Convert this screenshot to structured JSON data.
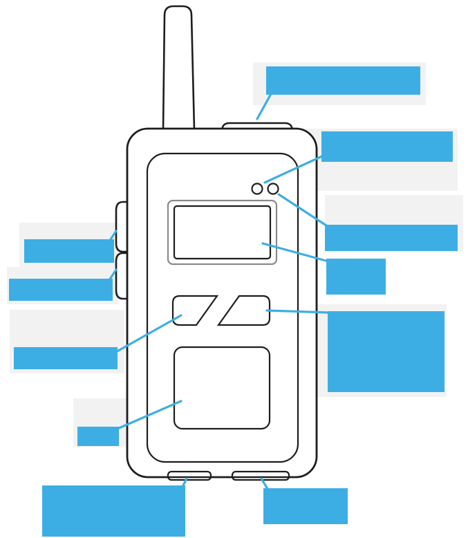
{
  "figure": {
    "subject": "walkie-talkie-radio",
    "colors": {
      "callout": "#3daee3",
      "outline": "#1d1d1d",
      "screen_ring": "#8a8a8a",
      "background": "#ffffff"
    },
    "callouts": [
      {
        "id": "top-button",
        "text": ""
      },
      {
        "id": "indicator-light-1",
        "text": ""
      },
      {
        "id": "indicator-light-2",
        "text": ""
      },
      {
        "id": "display-screen",
        "text": ""
      },
      {
        "id": "channel-buttons",
        "text": ""
      },
      {
        "id": "side-button-upper",
        "text": ""
      },
      {
        "id": "side-button-lower",
        "text": ""
      },
      {
        "id": "left-channel-button",
        "text": ""
      },
      {
        "id": "speaker-grille",
        "text": ""
      },
      {
        "id": "bottom-port-left",
        "text": ""
      },
      {
        "id": "bottom-port-right",
        "text": ""
      }
    ]
  }
}
